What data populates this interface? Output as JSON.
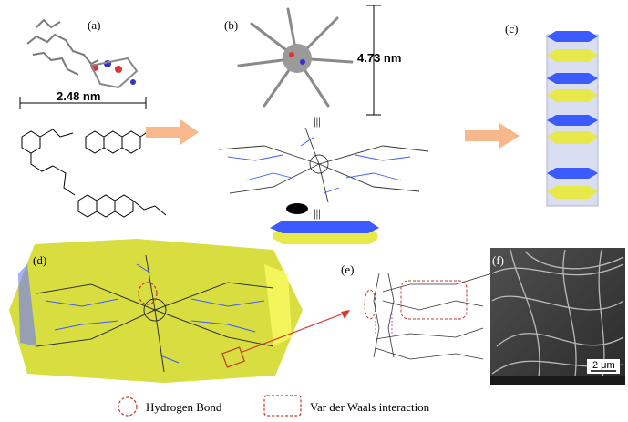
{
  "panels": {
    "a": {
      "label": "(a)",
      "dimension": "2.48 nm"
    },
    "b": {
      "label": "(b)",
      "dimension": "4.73 nm",
      "separator": "|||"
    },
    "c": {
      "label": "(c)"
    },
    "d": {
      "label": "(d)"
    },
    "e": {
      "label": "(e)"
    },
    "f": {
      "label": "(f)",
      "scale_bar": "2 μm"
    }
  },
  "legend": {
    "hydrogen_bond": "Hydrogen Bond",
    "vdw": "Var der Waals  interaction"
  },
  "colors": {
    "arrow_orange": "#f7b98c",
    "hexagon_blue": "#3b5bff",
    "hexagon_yellow": "#e7e84a",
    "column_fill": "#d9def0",
    "hbond_red": "#c0392b",
    "layer_yellow": "#cbd200"
  }
}
